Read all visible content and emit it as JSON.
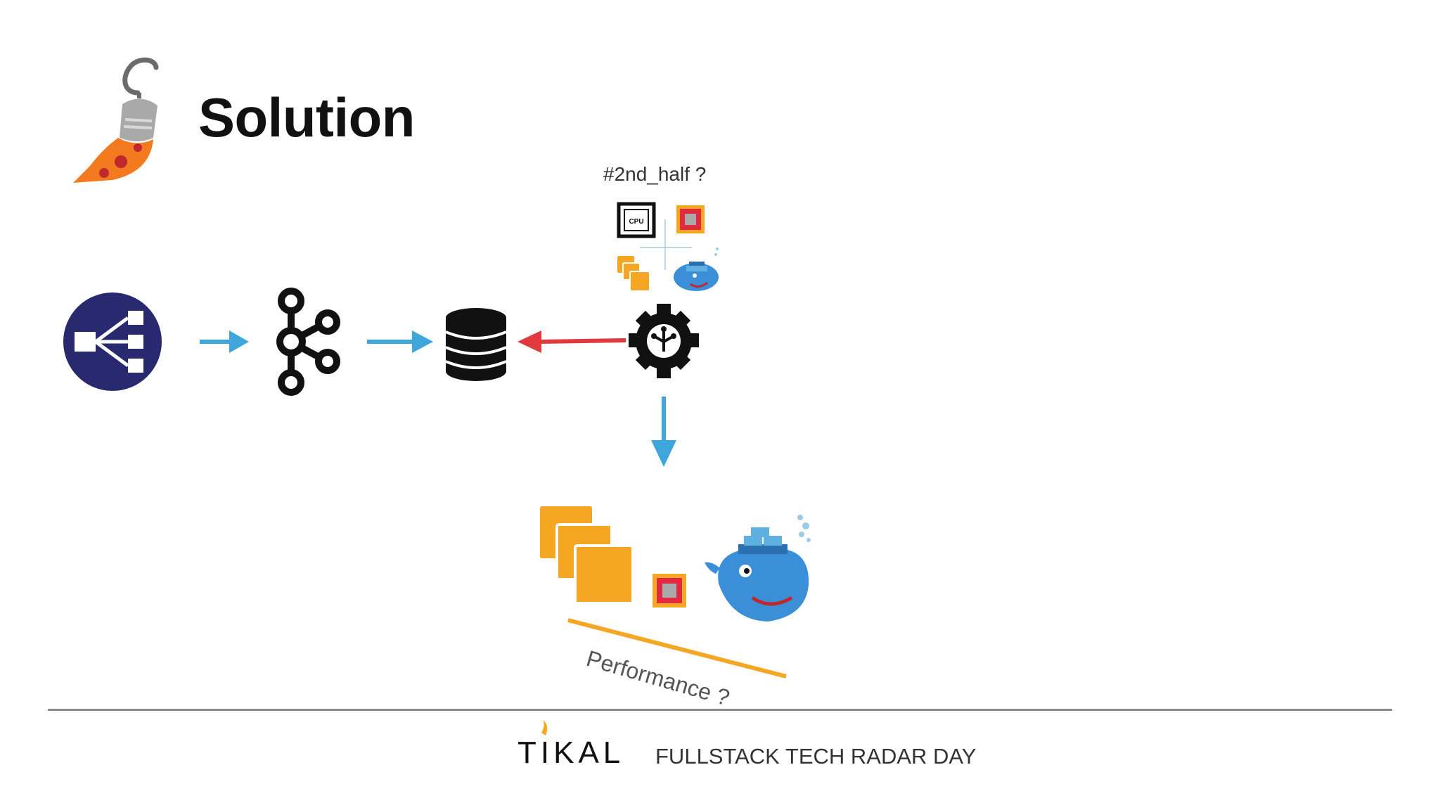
{
  "slide": {
    "title": "Solution",
    "note": "#2nd_half ?",
    "performance_label": "Performance ?",
    "cpu_chip_label": "CPU"
  },
  "footer": {
    "brand": "TIKAL",
    "event": "FULLSTACK TECH RADAR DAY"
  },
  "icons": [
    "brush-icon",
    "load-balancer-icon",
    "kafka-icon",
    "database-icon",
    "gear-processor-icon",
    "cpu-icon",
    "chip-icon",
    "aws-instances-icon",
    "docker-whale-icon"
  ],
  "colors": {
    "flow_arrow": "#3ea6db",
    "back_arrow": "#e03a3e",
    "perf_line": "#f5a623",
    "aws_orange": "#f5a623",
    "chip_red": "#e2293f",
    "lb_navy": "#28296e",
    "footer_line": "#8a8a8a"
  }
}
